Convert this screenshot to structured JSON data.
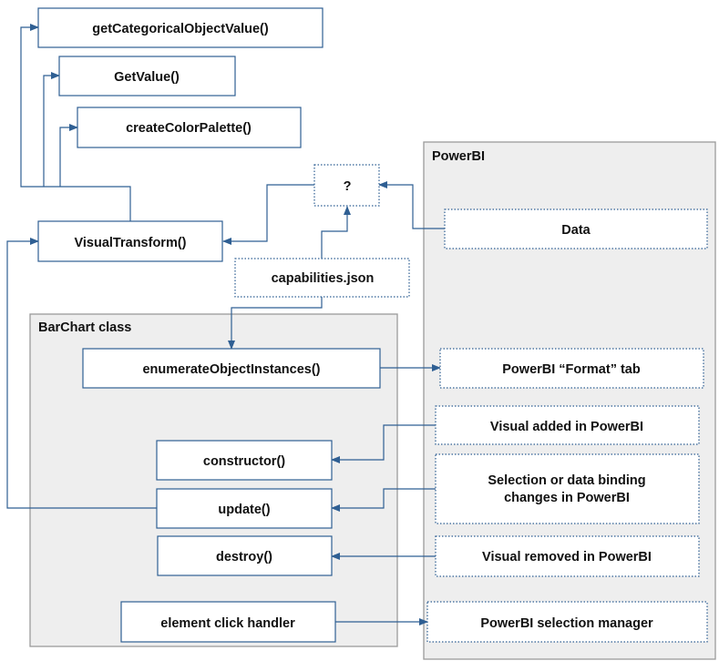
{
  "containers": {
    "powerbi": "PowerBI",
    "barchart": "BarChart class"
  },
  "nodes": {
    "get_categorical": "getCategoricalObjectValue()",
    "get_value": "GetValue()",
    "create_palette": "createColorPalette()",
    "question": "?",
    "data": "Data",
    "visual_transform": "VisualTransform()",
    "capabilities": "capabilities.json",
    "enumerate": "enumerateObjectInstances()",
    "format_tab": "PowerBI “Format” tab",
    "visual_added": "Visual added in PowerBI",
    "constructor": "constructor()",
    "selection_line1": "Selection or data binding",
    "selection_line2": "changes in PowerBI",
    "update": "update()",
    "destroy": "destroy()",
    "visual_removed": "Visual removed in PowerBI",
    "click_handler": "element click handler",
    "selection_manager": "PowerBI selection manager"
  },
  "colors": {
    "edge": "#2f5f93",
    "container_fill": "#eeeeee",
    "container_stroke": "#9a9a9a",
    "node_stroke": "#2f5f93"
  }
}
